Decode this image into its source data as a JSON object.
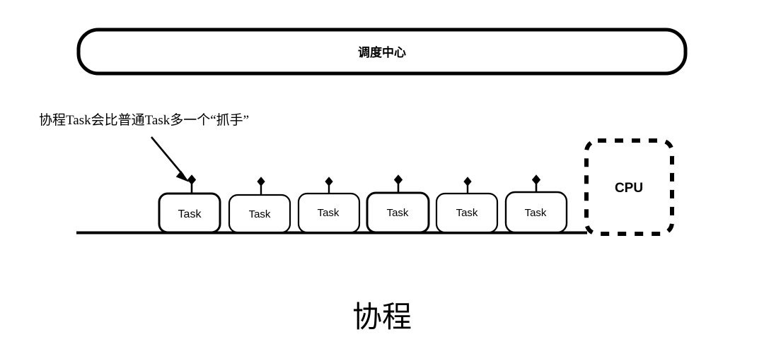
{
  "diagram": {
    "title_bottom": "协程",
    "scheduler": {
      "label": "调度中心"
    },
    "annotation": {
      "text": "协程Task会比普通Task多一个“抓手”"
    },
    "cpu": {
      "label": "CPU",
      "border_style": "dashed"
    },
    "tasks": [
      {
        "label": "Task",
        "has_handle": true,
        "emphasis": "strong"
      },
      {
        "label": "Task",
        "has_handle": true,
        "emphasis": "normal"
      },
      {
        "label": "Task",
        "has_handle": true,
        "emphasis": "normal"
      },
      {
        "label": "Task",
        "has_handle": true,
        "emphasis": "strong"
      },
      {
        "label": "Task",
        "has_handle": true,
        "emphasis": "normal"
      },
      {
        "label": "Task",
        "has_handle": true,
        "emphasis": "normal"
      }
    ],
    "handle_name": "抓手",
    "colors": {
      "stroke": "#000000",
      "fill": "#ffffff",
      "text": "#000000"
    }
  }
}
